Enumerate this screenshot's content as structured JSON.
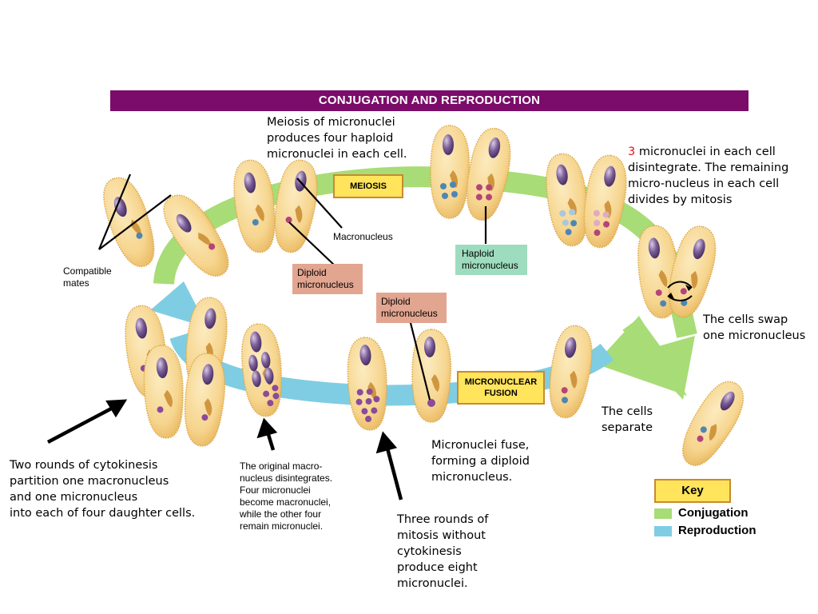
{
  "title": "CONJUGATION AND REPRODUCTION",
  "colors": {
    "title_bar": "#7b0c6a",
    "conjugation": "#a8dc76",
    "reproduction": "#7fcde3",
    "cell_fill": "#f6d58e",
    "cell_edge": "#d8a84a",
    "macronucleus": "#6b4d86",
    "micronucleus_purple": "#8b4a9a",
    "micronucleus_blue": "#4e86b3",
    "micronucleus_pink": "#b4447a",
    "label_yellow": "#ffe45c",
    "label_salmon": "#e2a590",
    "label_green": "#9edcbf",
    "highlight_red": "#e8121b"
  },
  "labels": {
    "meiosis_text": "Meiosis of micronuclei\nproduces four haploid\nmicronuclei in each cell.",
    "disintegrate_num": "3",
    "disintegrate_text": " micronuclei in each cell\ndisintegrate. The remaining\n micro-nucleus in each cell\ndivides by mitosis",
    "meiosis_box": "MEIOSIS",
    "macronucleus": "Macronucleus",
    "haploid_box": "Haploid\nmicronucleus",
    "compatible_mates": "Compatible\nmates",
    "diploid_box_1": "Diploid\nmicronucleus",
    "diploid_box_2": "Diploid\nmicronucleus",
    "swap_text": "The cells swap\none micronucleus",
    "fusion_box": "MICRONUCLEAR\nFUSION",
    "separate_text": "The cells\nseparate",
    "fuse_text": "Micronuclei fuse,\nforming a diploid\nmicronucleus.",
    "cytokinesis_text": "Two rounds of cytokinesis\npartition one macronucleus\nand one micronucleus\ninto each of four daughter cells.",
    "original_text": "The original macro-\nnucleus disintegrates.\nFour micronuclei\nbecome macronuclei,\nwhile the other four\nremain micronuclei.",
    "mitosis_text": "Three rounds of\nmitosis without\ncytokinesis\nproduce eight\nmicronuclei."
  },
  "key": {
    "title": "Key",
    "items": [
      {
        "label": "Conjugation",
        "color": "#a8dc76"
      },
      {
        "label": "Reproduction",
        "color": "#7fcde3"
      }
    ]
  }
}
